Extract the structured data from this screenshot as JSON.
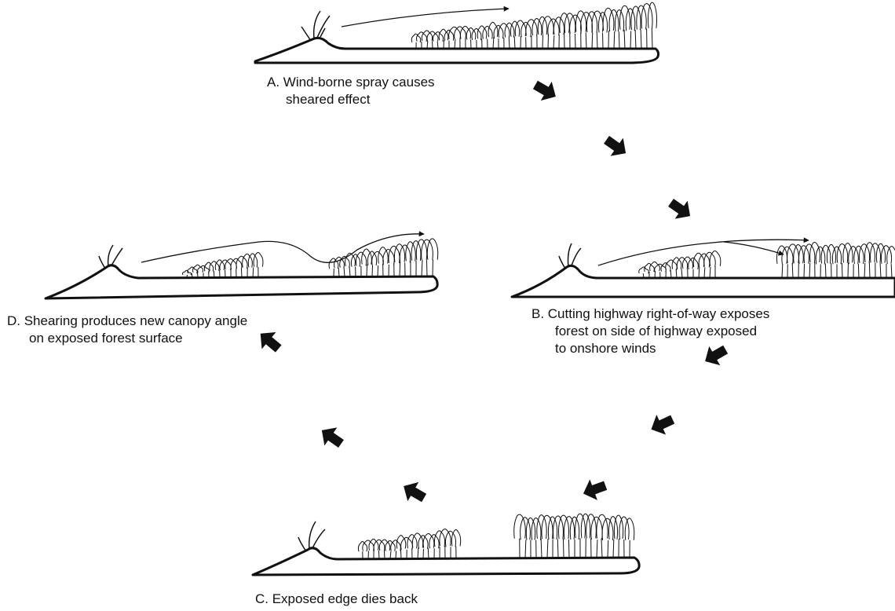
{
  "panels": {
    "a": {
      "line1": "A. Wind-borne spray causes",
      "line2": "sheared effect"
    },
    "b": {
      "line1": "B. Cutting highway right-of-way exposes",
      "line2": "forest on side of highway exposed",
      "line3": "to onshore winds"
    },
    "c": {
      "line1": "C. Exposed edge dies back"
    },
    "d": {
      "line1": "D. Shearing produces new canopy angle",
      "line2": "on exposed forest surface"
    }
  },
  "colors": {
    "ink": "#111111",
    "background": "#ffffff"
  },
  "icons": [
    "cycle-arrow-icon",
    "wind-arrow-icon",
    "dune-grass-icon",
    "tree-icon"
  ]
}
